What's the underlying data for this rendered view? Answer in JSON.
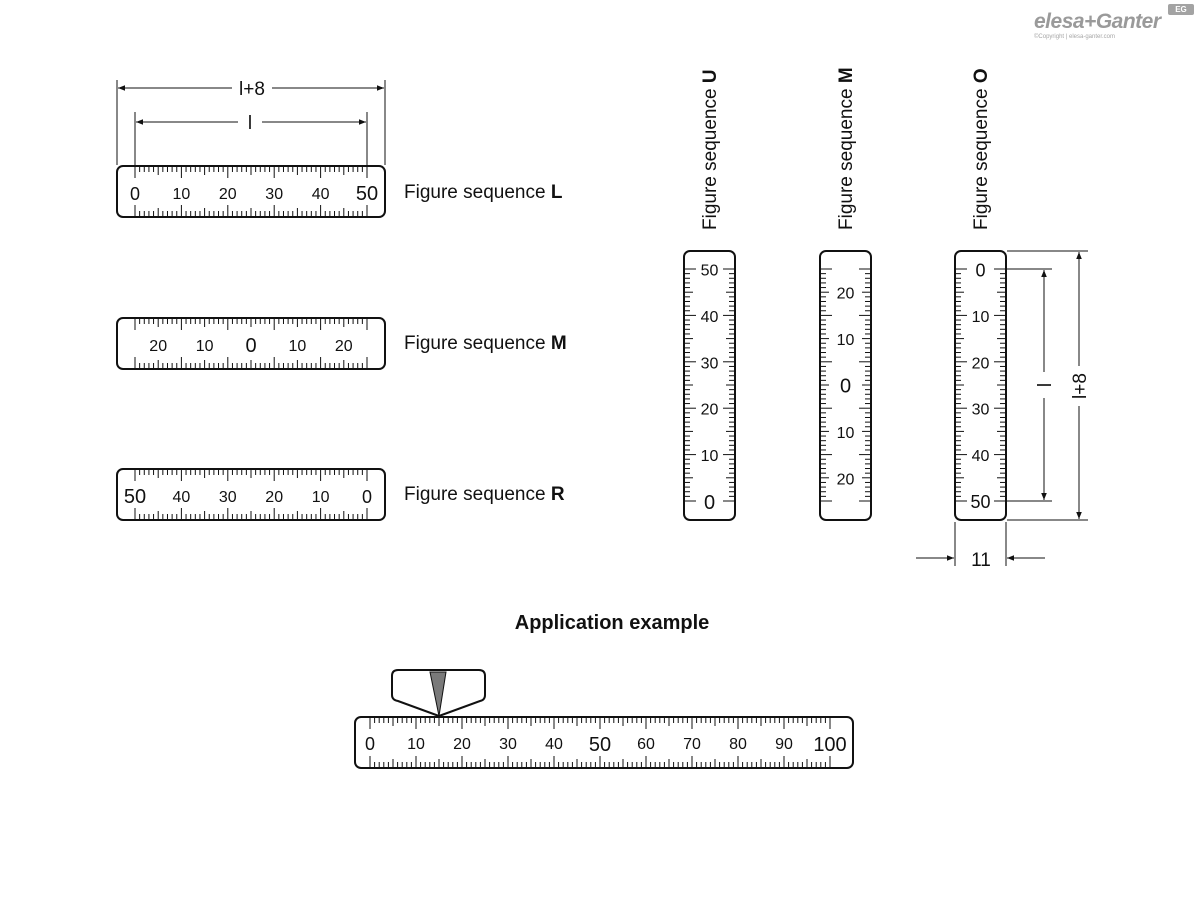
{
  "logo": {
    "brand": "elesa+Ganter",
    "badge": "EG",
    "copyright": "©Copyright | elesa-ganter.com"
  },
  "dimensions": {
    "overall_length": "l+8",
    "scale_length": "l",
    "width": "11"
  },
  "horizontal_scales": [
    {
      "label_prefix": "Figure sequence ",
      "label_bold": "L",
      "numbers": [
        "0",
        "10",
        "20",
        "30",
        "40",
        "50"
      ]
    },
    {
      "label_prefix": "Figure sequence ",
      "label_bold": "M",
      "numbers": [
        "20",
        "10",
        "0",
        "10",
        "20"
      ]
    },
    {
      "label_prefix": "Figure sequence ",
      "label_bold": "R",
      "numbers": [
        "50",
        "40",
        "30",
        "20",
        "10",
        "0"
      ]
    }
  ],
  "vertical_scales": [
    {
      "label_prefix": "Figure sequence ",
      "label_bold": "U",
      "numbers": [
        "50",
        "40",
        "30",
        "20",
        "10",
        "0"
      ]
    },
    {
      "label_prefix": "Figure sequence ",
      "label_bold": "M",
      "numbers": [
        "20",
        "10",
        "0",
        "10",
        "20"
      ]
    },
    {
      "label_prefix": "Figure sequence ",
      "label_bold": "O",
      "numbers": [
        "0",
        "10",
        "20",
        "30",
        "40",
        "50"
      ]
    }
  ],
  "application": {
    "title": "Application example",
    "numbers": [
      "0",
      "10",
      "20",
      "30",
      "40",
      "50",
      "60",
      "70",
      "80",
      "90",
      "100"
    ]
  }
}
